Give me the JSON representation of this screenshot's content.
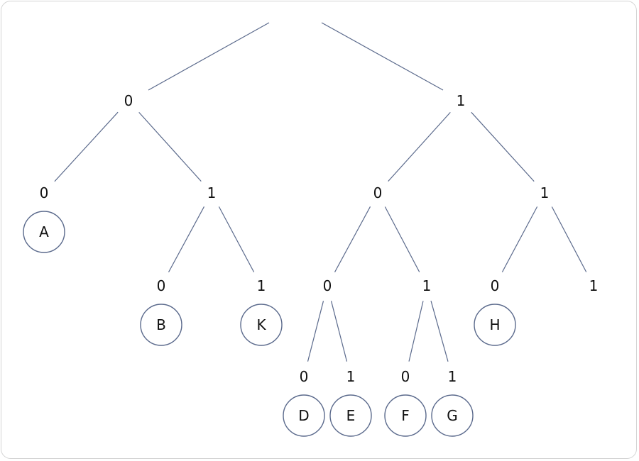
{
  "diagram": {
    "edge_color": "#5b6a8c",
    "text_color": "#111111",
    "nodes": [
      {
        "id": "n0",
        "bit": "0"
      },
      {
        "id": "n1",
        "bit": "1"
      },
      {
        "id": "n00",
        "bit": "0",
        "leaf": "A"
      },
      {
        "id": "n01",
        "bit": "1"
      },
      {
        "id": "n10",
        "bit": "0"
      },
      {
        "id": "n11",
        "bit": "1"
      },
      {
        "id": "n010",
        "bit": "0",
        "leaf": "B"
      },
      {
        "id": "n011",
        "bit": "1",
        "leaf": "K"
      },
      {
        "id": "n100",
        "bit": "0"
      },
      {
        "id": "n101",
        "bit": "1"
      },
      {
        "id": "n110",
        "bit": "0",
        "leaf": "H"
      },
      {
        "id": "n111",
        "bit": "1"
      },
      {
        "id": "n1000",
        "bit": "0",
        "leaf": "D"
      },
      {
        "id": "n1001",
        "bit": "1",
        "leaf": "E"
      },
      {
        "id": "n1010",
        "bit": "0",
        "leaf": "F"
      },
      {
        "id": "n1011",
        "bit": "1",
        "leaf": "G"
      }
    ],
    "edges": [
      [
        "root",
        "n0"
      ],
      [
        "root",
        "n1"
      ],
      [
        "n0",
        "n00"
      ],
      [
        "n0",
        "n01"
      ],
      [
        "n1",
        "n10"
      ],
      [
        "n1",
        "n11"
      ],
      [
        "n01",
        "n010"
      ],
      [
        "n01",
        "n011"
      ],
      [
        "n10",
        "n100"
      ],
      [
        "n10",
        "n101"
      ],
      [
        "n11",
        "n110"
      ],
      [
        "n11",
        "n111"
      ],
      [
        "n100",
        "n1000"
      ],
      [
        "n100",
        "n1001"
      ],
      [
        "n101",
        "n1010"
      ],
      [
        "n101",
        "n1011"
      ]
    ]
  }
}
